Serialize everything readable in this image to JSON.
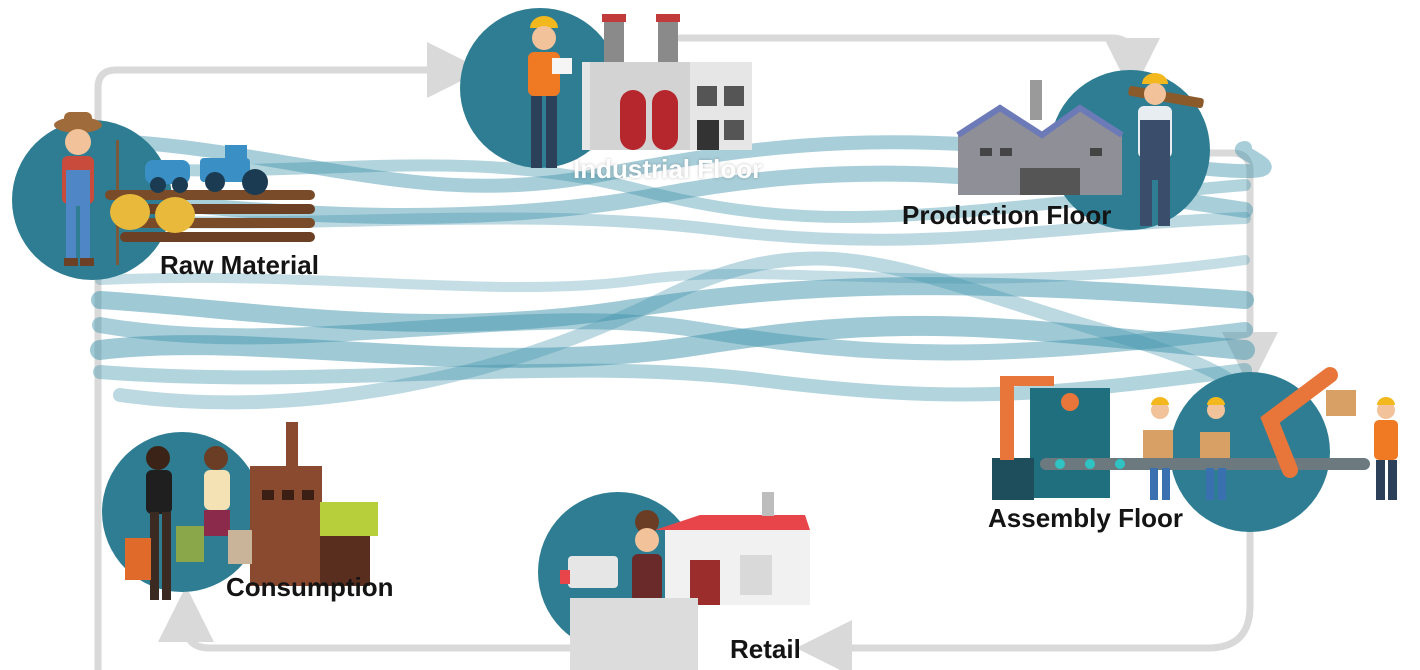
{
  "diagram": {
    "stages": [
      {
        "id": "raw-material",
        "label": "Raw Material"
      },
      {
        "id": "industrial-floor",
        "label": "Industrial Floor"
      },
      {
        "id": "production-floor",
        "label": "Production Floor"
      },
      {
        "id": "assembly-floor",
        "label": "Assembly Floor"
      },
      {
        "id": "retail",
        "label": "Retail"
      },
      {
        "id": "consumption",
        "label": "Consumption"
      }
    ],
    "colors": {
      "circle": "#2e7d93",
      "flow": "#3f93ab",
      "arrow": "#d9d9d9",
      "label": "#141414",
      "label_light": "#ffffff"
    }
  }
}
